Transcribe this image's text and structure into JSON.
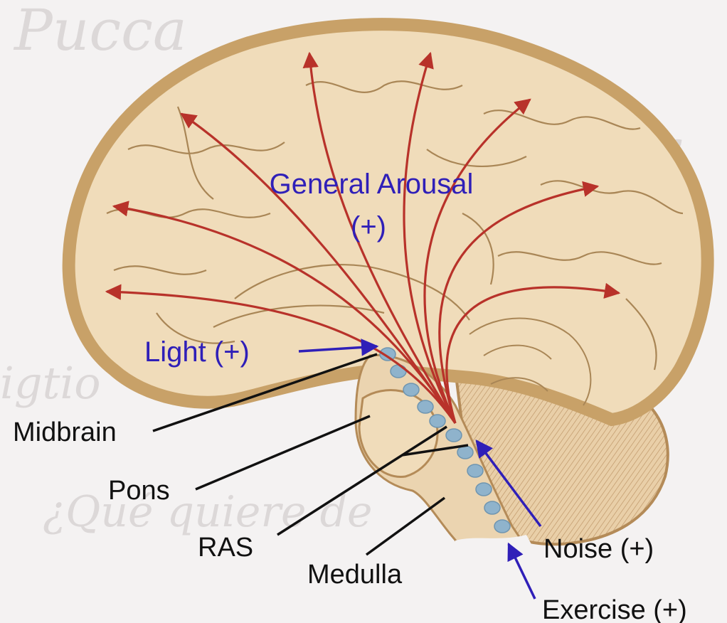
{
  "colors": {
    "background": "#f4f2f2",
    "background_text": "#dcd8d8",
    "brain_fill": "#f0dcba",
    "brain_outline": "#c8a168",
    "gyri_lines": "#a98656",
    "arrow_red": "#b8322a",
    "arrow_blue": "#2f1fb8",
    "ras_dots": "#8fb3cc",
    "leader_lines": "#111111"
  },
  "labels": {
    "general_arousal": "General Arousal",
    "general_arousal_sign": "(+)",
    "light": "Light (+)",
    "midbrain": "Midbrain",
    "pons": "Pons",
    "ras": "RAS",
    "medulla": "Medulla",
    "noise": "Noise (+)",
    "exercise": "Exercise (+)"
  },
  "background_text": {
    "line1": "Pucca",
    "line2": "vor",
    "line3": "igtio",
    "line4": "¿Qué quiere de"
  }
}
